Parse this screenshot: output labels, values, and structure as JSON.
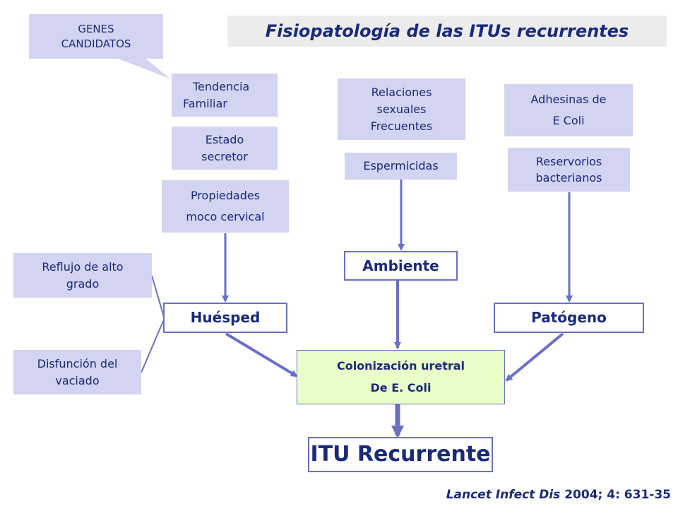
{
  "title": "Fisiopatología de las ITUs recurrentes",
  "callout": {
    "line1": "GENES",
    "line2": "CANDIDATOS"
  },
  "host_factors": {
    "familiar": {
      "line1": "Tendencia",
      "line2": "Familiar"
    },
    "secretor": {
      "line1": "Estado",
      "line2": "secretor"
    },
    "moco": {
      "line1": "Propiedades",
      "line2": "moco cervical"
    }
  },
  "side_factors": {
    "reflujo": {
      "line1": "Reflujo de alto",
      "line2": "grado"
    },
    "disfuncion": {
      "line1": "Disfunción del",
      "line2": "vaciado"
    }
  },
  "environment_factors": {
    "relaciones": {
      "line1": "Relaciones",
      "line2": "sexuales",
      "line3": "Frecuentes"
    },
    "espermicidas": "Espermicidas"
  },
  "pathogen_factors": {
    "adhesinas": {
      "line1": "Adhesinas de",
      "line2": "E Coli"
    },
    "reservorios": {
      "line1": "Reservorios",
      "line2": "bacterianos"
    }
  },
  "nodes": {
    "huesped": "Huésped",
    "ambiente": "Ambiente",
    "patogeno": "Patógeno",
    "colonizacion": {
      "line1": "Colonización uretral",
      "line2": "De E. Coli"
    },
    "itu": "ITU Recurrente"
  },
  "citation": {
    "journal": "Lancet Infect Dis",
    "ref": "2004; 4: 631-35"
  },
  "colors": {
    "box_fill": "#d2d4f2",
    "arrow": "#6a6fc8",
    "text": "#1a2a7a",
    "colonization_fill": "#eaffc8"
  }
}
